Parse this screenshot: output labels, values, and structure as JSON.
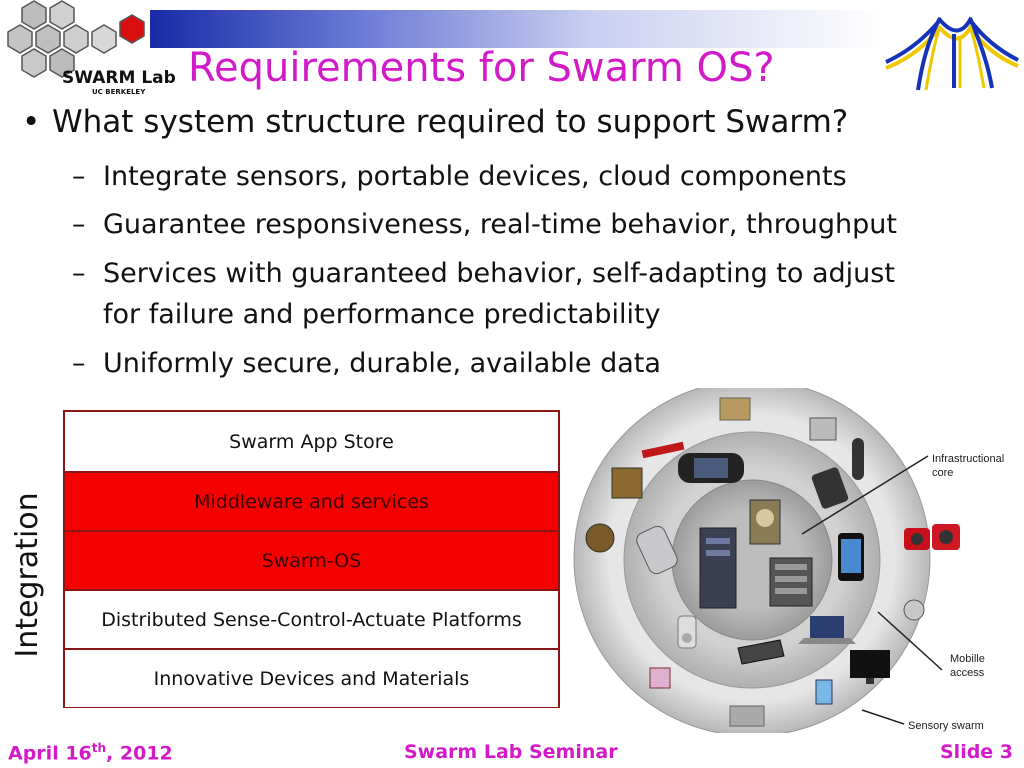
{
  "header": {
    "logo_text": "SWARM Lab",
    "logo_subtext": "UC BERKELEY",
    "title": "Requirements for Swarm OS?"
  },
  "bullets": {
    "main": "What system structure required to support Swarm?",
    "subs": [
      {
        "text": "Integrate sensors, portable devices, cloud components"
      },
      {
        "text": "Guarantee responsiveness, real-time behavior, throughput"
      },
      {
        "text_line1": "Services with guaranteed behavior, self-adapting to adjust",
        "text_line2": "for failure and performance predictability"
      },
      {
        "text": "Uniformly secure, durable, available data"
      }
    ],
    "dash": "–",
    "dot": "•"
  },
  "stack": {
    "vertical_label": "Integration",
    "layers": [
      {
        "label": "Swarm App Store",
        "color": "#ffffff"
      },
      {
        "label": "Middleware and services",
        "color": "#f40000"
      },
      {
        "label": "Swarm-OS",
        "color": "#f40000"
      },
      {
        "label": "Distributed Sense-Control-Actuate Platforms",
        "color": "#ffffff"
      },
      {
        "label": "Innovative Devices and Materials",
        "color": "#ffffff"
      }
    ]
  },
  "diagram": {
    "labels": {
      "core_line1": "Infrastructional",
      "core_line2": "core",
      "mobile_line1": "Mobille",
      "mobile_line2": "access",
      "sensory": "Sensory swarm"
    }
  },
  "footer": {
    "date_prefix": "April 16",
    "date_sup": "th",
    "date_suffix": ", 2012",
    "center": "Swarm Lab Seminar",
    "slide": "Slide 3"
  },
  "colors": {
    "title": "#d21ac8",
    "accent_red": "#f40000",
    "border_dark_red": "#8b1515",
    "header_blue": "#1a2aa8"
  }
}
